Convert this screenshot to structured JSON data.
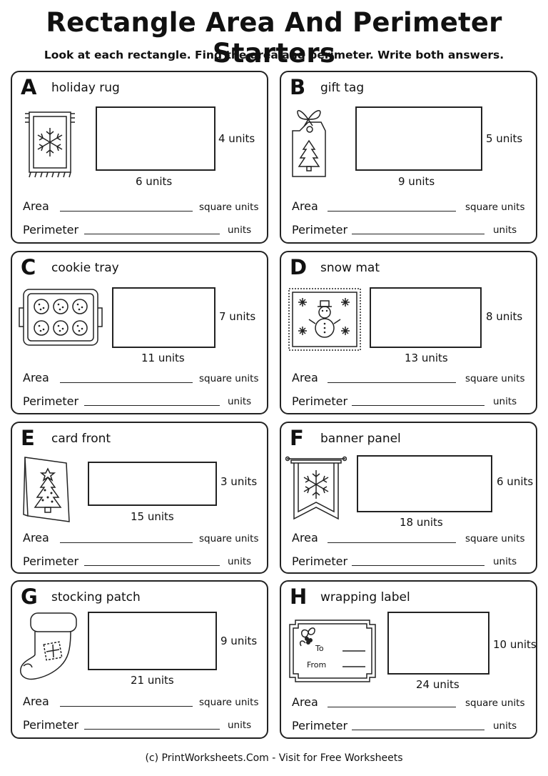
{
  "title": "Rectangle Area And Perimeter Starters",
  "instructions": "Look at each rectangle. Find the area and perimeter. Write both answers.",
  "labels": {
    "area": "Area",
    "perimeter": "Perimeter",
    "area_unit": "square units",
    "perimeter_unit": "units"
  },
  "cards": [
    {
      "letter": "A",
      "name": "holiday rug",
      "length": "6 units",
      "width": "4 units",
      "icon": "rug-snowflake-icon"
    },
    {
      "letter": "B",
      "name": "gift tag",
      "length": "9 units",
      "width": "5 units",
      "icon": "gift-tag-tree-icon"
    },
    {
      "letter": "C",
      "name": "cookie tray",
      "length": "11 units",
      "width": "7 units",
      "icon": "cookie-tray-icon"
    },
    {
      "letter": "D",
      "name": "snow mat",
      "length": "13 units",
      "width": "8 units",
      "icon": "snowman-mat-icon"
    },
    {
      "letter": "E",
      "name": "card front",
      "length": "15 units",
      "width": "3 units",
      "icon": "tree-card-icon"
    },
    {
      "letter": "F",
      "name": "banner panel",
      "length": "18 units",
      "width": "6 units",
      "icon": "snowflake-banner-icon"
    },
    {
      "letter": "G",
      "name": "stocking patch",
      "length": "21 units",
      "width": "9 units",
      "icon": "stocking-icon"
    },
    {
      "letter": "H",
      "name": "wrapping label",
      "length": "24 units",
      "width": "10 units",
      "icon": "holly-label-icon",
      "label_lines": {
        "to": "To",
        "from": "From"
      }
    }
  ],
  "footer": "(c) PrintWorksheets.Com - Visit for Free Worksheets"
}
